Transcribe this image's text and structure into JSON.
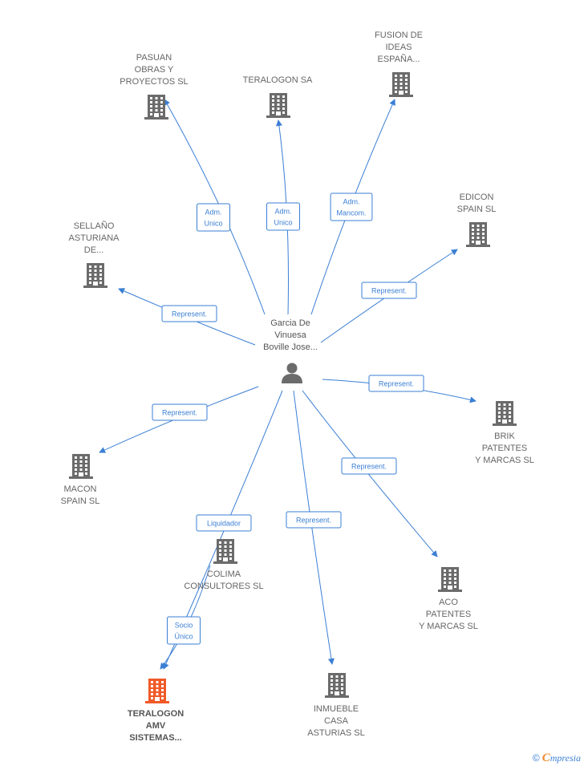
{
  "center": {
    "name_lines": [
      "Garcia De",
      "Vinuesa",
      "Boville Jose..."
    ],
    "icon": "person-icon"
  },
  "colors": {
    "edge": "#3b7fd4",
    "company": "#6b6b6b",
    "main_company": "#f05a28",
    "brand_accent": "#f0892d"
  },
  "nodes": [
    {
      "id": "pasuan",
      "icon": "building-icon",
      "lines": [
        "PASUAN",
        "OBRAS Y",
        "PROYECTOS SL"
      ]
    },
    {
      "id": "teralogon-sa",
      "icon": "building-icon",
      "lines": [
        "TERALOGON SA"
      ]
    },
    {
      "id": "fusion",
      "icon": "building-icon",
      "lines": [
        "FUSION DE",
        "IDEAS",
        "ESPAÑA..."
      ]
    },
    {
      "id": "edicon",
      "icon": "building-icon",
      "lines": [
        "EDICON",
        "SPAIN SL"
      ]
    },
    {
      "id": "sellano",
      "icon": "building-icon",
      "lines": [
        "SELLAÑO",
        "ASTURIANA",
        "DE..."
      ]
    },
    {
      "id": "brik",
      "icon": "building-icon",
      "lines": [
        "BRIK",
        "PATENTES",
        "Y MARCAS SL"
      ]
    },
    {
      "id": "macon",
      "icon": "building-icon",
      "lines": [
        "MACON",
        "SPAIN SL"
      ]
    },
    {
      "id": "colima",
      "icon": "building-icon",
      "lines": [
        "COLIMA",
        "CONSULTORES SL"
      ]
    },
    {
      "id": "aco",
      "icon": "building-icon",
      "lines": [
        "ACO",
        "PATENTES",
        "Y MARCAS SL"
      ]
    },
    {
      "id": "teralogon-amv",
      "icon": "building-icon",
      "main": true,
      "lines": [
        "TERALOGON",
        "AMV",
        "SISTEMAS..."
      ]
    },
    {
      "id": "inmueble",
      "icon": "building-icon",
      "lines": [
        "INMUEBLE",
        "CASA",
        "ASTURIAS SL"
      ]
    }
  ],
  "edges": [
    {
      "target": "pasuan",
      "label_lines": [
        "Adm.",
        "Unico"
      ]
    },
    {
      "target": "teralogon-sa",
      "label_lines": [
        "Adm.",
        "Unico"
      ]
    },
    {
      "target": "fusion",
      "label_lines": [
        "Adm.",
        "Mancom."
      ]
    },
    {
      "target": "edicon",
      "label_lines": [
        "Represent."
      ]
    },
    {
      "target": "sellano",
      "label_lines": [
        "Represent."
      ]
    },
    {
      "target": "brik",
      "label_lines": [
        "Represent."
      ]
    },
    {
      "target": "macon",
      "label_lines": [
        "Represent."
      ]
    },
    {
      "target": "teralogon-amv",
      "label_lines": [
        "Liquidador"
      ]
    },
    {
      "target": "aco",
      "label_lines": [
        "Represent."
      ]
    },
    {
      "target": "inmueble",
      "label_lines": [
        "Represent."
      ]
    },
    {
      "source": "colima",
      "target": "teralogon-amv",
      "label_lines": [
        "Socio",
        "Único"
      ]
    }
  ],
  "brand": {
    "copyright": "©",
    "initial": "C",
    "rest": "mpresia"
  }
}
